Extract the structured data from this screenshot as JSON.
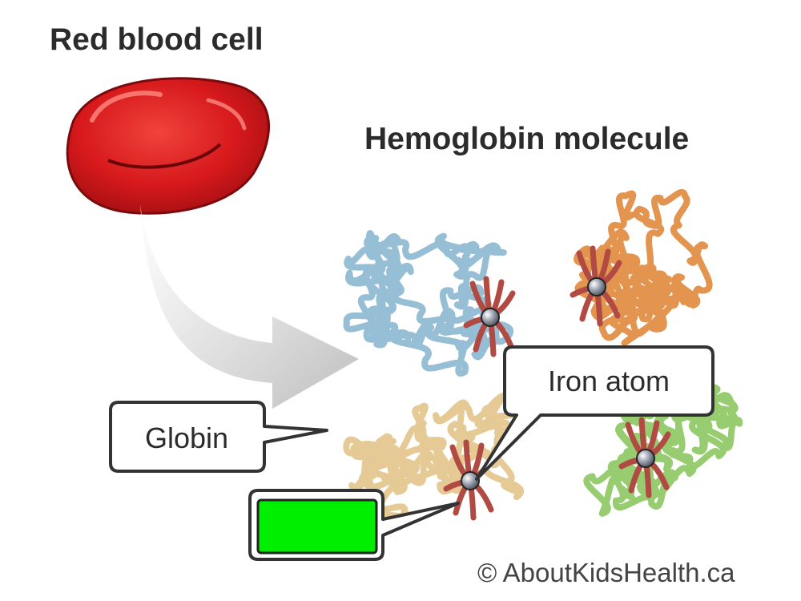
{
  "titles": {
    "red_blood_cell": "Red blood cell",
    "hemoglobin_molecule": "Hemoglobin molecule"
  },
  "labels": {
    "globin": "Globin",
    "iron_atom": "Iron atom",
    "heme_box": ""
  },
  "copyright": "© AboutKidsHealth.ca",
  "colors": {
    "red_cell": "#d7191c",
    "chain_blue": "#8bb7cf",
    "chain_orange": "#e08a3c",
    "chain_tan": "#e3c48a",
    "chain_green": "#8cc861",
    "heme": "#b04a42",
    "iron": "#8e95a3",
    "heme_box_fill": "#00ee00",
    "callout_border": "#333333"
  }
}
